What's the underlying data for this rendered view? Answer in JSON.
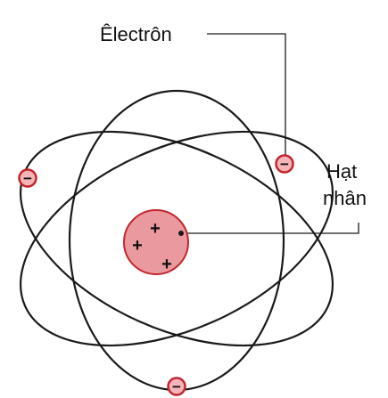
{
  "labels": {
    "electron": "Êlectrôn",
    "nucleus_line1": "Hạt",
    "nucleus_line2": "nhân"
  },
  "nucleus": {
    "charges": [
      "+",
      "+",
      "+"
    ],
    "fill_color": "#ea9a9f",
    "stroke_color": "#c2262e"
  },
  "electrons": {
    "charge": "−",
    "count": 3,
    "fill_color": "#f4b4b8",
    "stroke_color": "#c2262e"
  },
  "orbits": {
    "count": 3,
    "stroke_color": "#1a1a1a"
  }
}
